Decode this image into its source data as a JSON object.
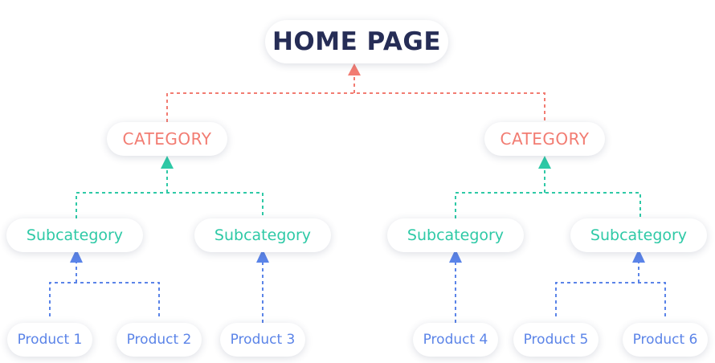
{
  "colors": {
    "home": "#262d56",
    "category": "#f27c72",
    "subcategory": "#2ec9a6",
    "product": "#5b84e8"
  },
  "diagram": {
    "home": {
      "label": "HOME PAGE"
    },
    "categories": [
      {
        "label": "CATEGORY",
        "subcategories": [
          {
            "label": "Subcategory",
            "products": [
              "Product 1",
              "Product 2"
            ]
          },
          {
            "label": "Subcategory",
            "products": [
              "Product 3"
            ]
          }
        ]
      },
      {
        "label": "CATEGORY",
        "subcategories": [
          {
            "label": "Subcategory",
            "products": [
              "Product 4"
            ]
          },
          {
            "label": "Subcategory",
            "products": [
              "Product 5",
              "Product 6"
            ]
          }
        ]
      }
    ]
  }
}
